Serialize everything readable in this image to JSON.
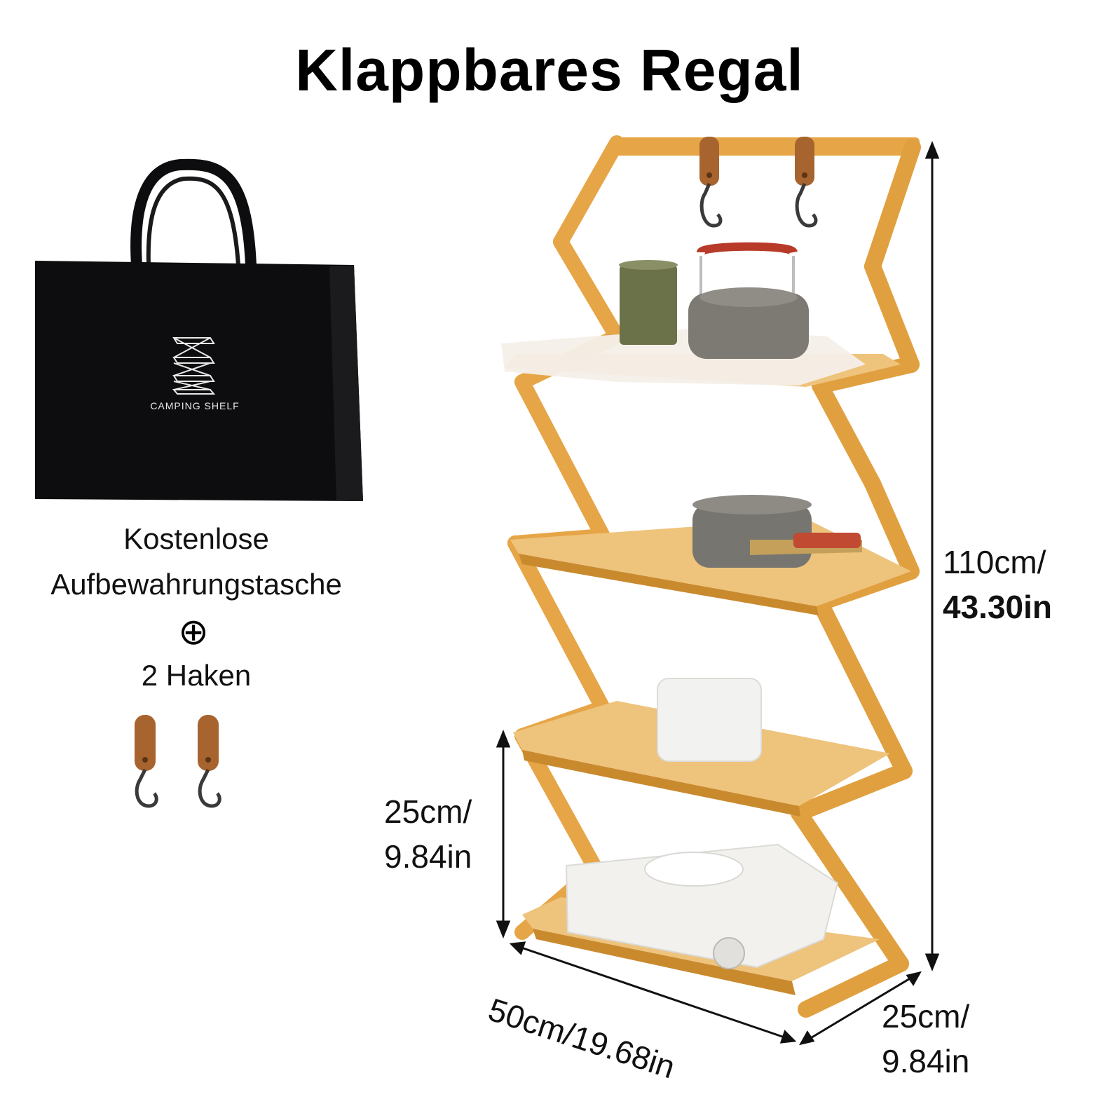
{
  "title": "Klappbares Regal",
  "bag": {
    "logo_text": "CAMPING SHELF",
    "caption_line1": "Kostenlose",
    "caption_line2": "Aufbewahrungstasche",
    "plus_symbol": "⊕",
    "hooks_caption": "2 Haken"
  },
  "dimensions": {
    "height_cm": "110cm/",
    "height_in": "43.30in",
    "shelf_gap_cm": "25cm/",
    "shelf_gap_in": "9.84in",
    "width": "50cm/19.68in",
    "depth_cm": "25cm/",
    "depth_in": "9.84in"
  },
  "colors": {
    "bamboo": "#e6a546",
    "bamboo_dark": "#c98a2e",
    "shelf_top": "#eec37c",
    "leather": "#a8642e",
    "bag": "#0d0d0f"
  }
}
